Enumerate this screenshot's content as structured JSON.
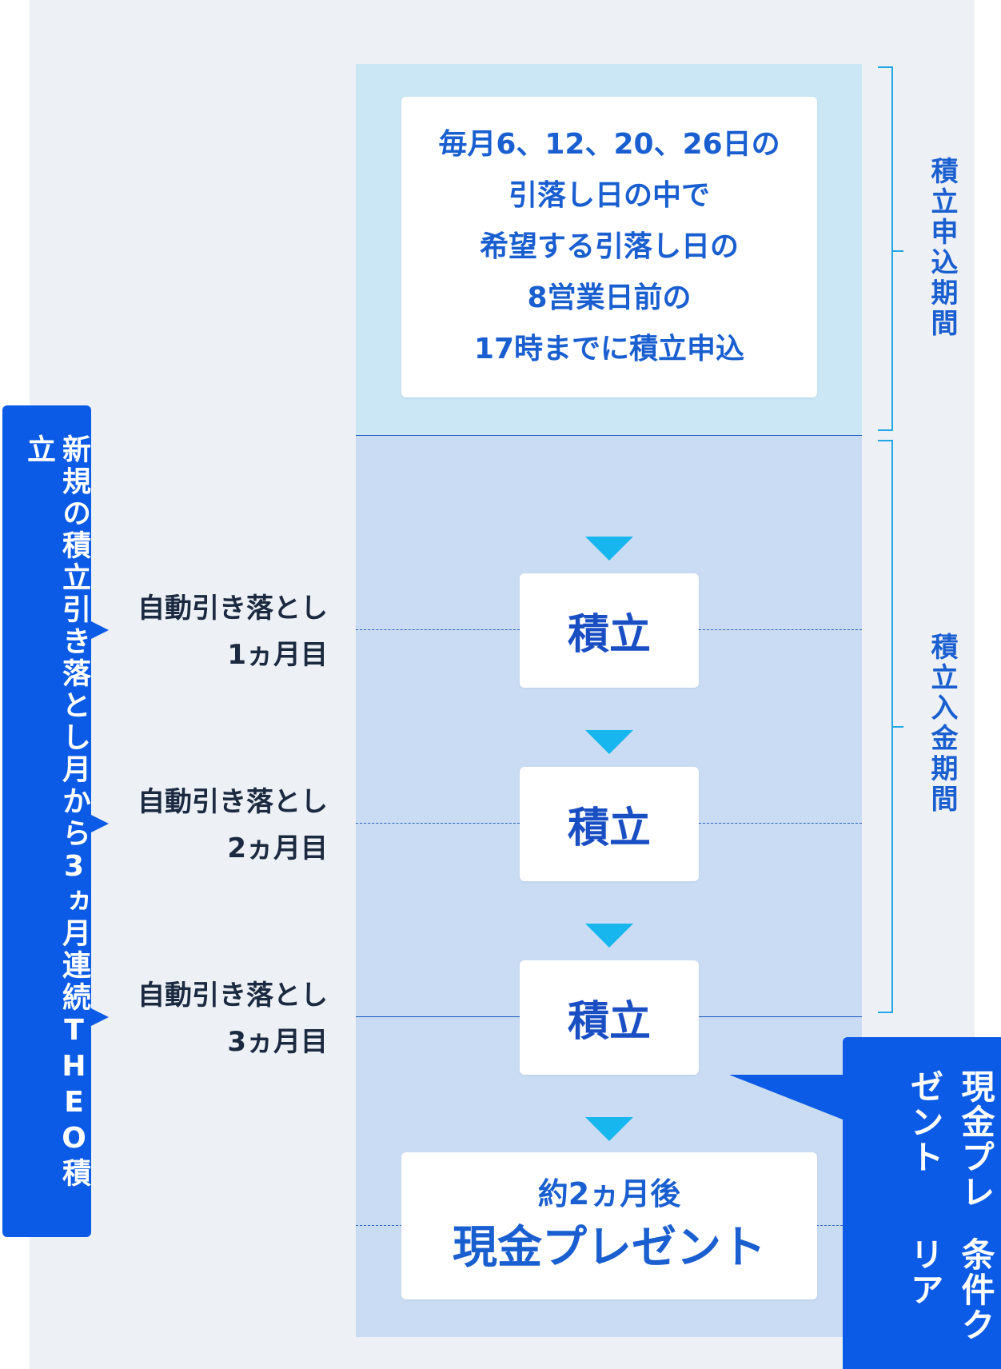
{
  "application_info": {
    "lines": [
      "毎月6、12、20、26日の",
      "引落し日の中で",
      "希望する引落し日の",
      "8営業日前の",
      "17時までに積立申込"
    ]
  },
  "deposits": [
    {
      "month_line1": "自動引き落とし",
      "month_line2": "1ヵ月目",
      "step": "積立"
    },
    {
      "month_line1": "自動引き落とし",
      "month_line2": "2ヵ月目",
      "step": "積立"
    },
    {
      "month_line1": "自動引き落とし",
      "month_line2": "3ヵ月目",
      "step": "積立"
    }
  ],
  "present": {
    "timing": "約2ヵ月後",
    "title": "現金プレゼント"
  },
  "left_banner": "新規の積立引き落とし月から3ヵ月連続THEO積立",
  "right_labels": {
    "application_period": "積立申込期間",
    "deposit_period": "積立入金期間"
  },
  "cash_condition": {
    "line1": "現金プレゼント",
    "line2": "条件クリア"
  },
  "colors": {
    "background": "#edf0f5",
    "application_band": "#cbe7f5",
    "deposit_band": "#cadcf3",
    "accent_blue": "#0b5be6",
    "text_blue": "#1a5fd0",
    "arrow_cyan": "#17b6ee"
  }
}
